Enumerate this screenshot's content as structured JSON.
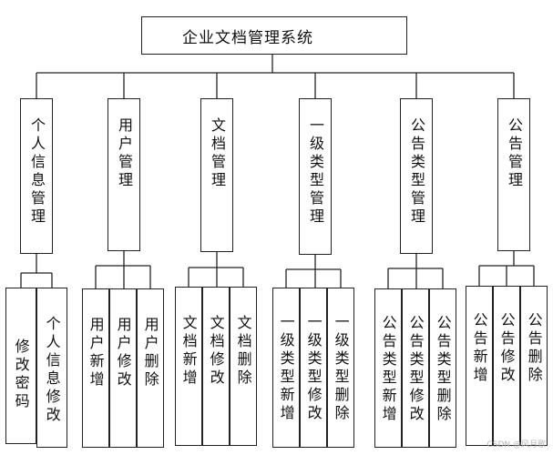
{
  "root": {
    "label": "企业文档管理系统"
  },
  "modules": [
    {
      "label": "个人信息管理",
      "children": [
        "修改密码",
        "个人信息修改"
      ]
    },
    {
      "label": "用户管理",
      "children": [
        "用户新增",
        "用户修改",
        "用户删除"
      ]
    },
    {
      "label": "文档管理",
      "children": [
        "文档新增",
        "文档修改",
        "文档删除"
      ]
    },
    {
      "label": "一级类型管理",
      "children": [
        "一级类型新增",
        "一级类型修改",
        "一级类型删除"
      ]
    },
    {
      "label": "公告类型管理",
      "children": [
        "公告类型新增",
        "公告类型修改",
        "公告类型删除"
      ]
    },
    {
      "label": "公告管理",
      "children": [
        "公告新增",
        "公告修改",
        "公告删除"
      ]
    }
  ],
  "watermark": "CSDN @风月歌"
}
